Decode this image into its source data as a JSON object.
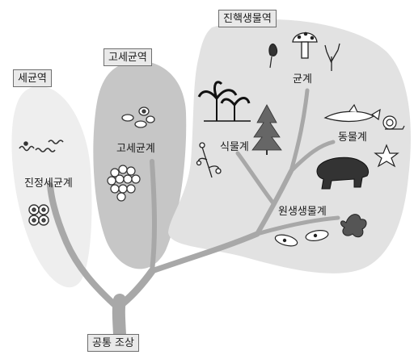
{
  "domains": {
    "bacteria": "세균역",
    "archaea": "고세균역",
    "eukarya": "진핵생물역"
  },
  "kingdoms": {
    "eubacteria": "진정세균계",
    "archaebacteria": "고세균계",
    "plants": "식물계",
    "fungi": "균계",
    "animals": "동물계",
    "protists": "원생생물계"
  },
  "root": "공통 조상",
  "colors": {
    "bacteria_region": "#eeeeee",
    "archaea_region": "#c6c6c6",
    "eukarya_region": "#e2e2e2",
    "tree_branch": "#a8a8a8"
  }
}
